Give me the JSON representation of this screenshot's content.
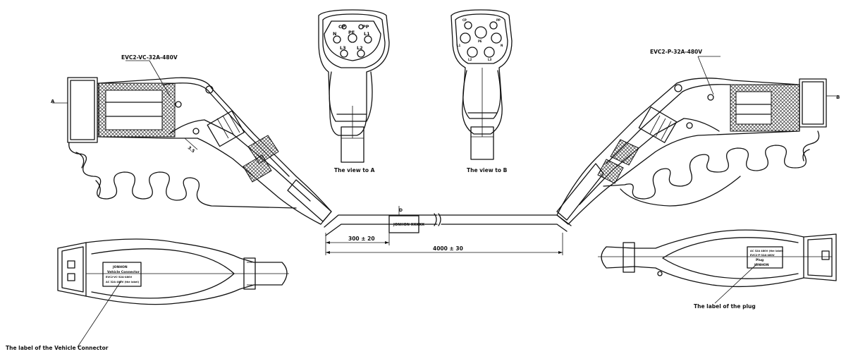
{
  "labels": {
    "left_model": "EVC2-VC-32A-480V",
    "right_model": "EVC2-P-32A-480V",
    "view_a": "The view to A",
    "view_b": "The view to B",
    "label_vehicle_connector": "The label of the Vehicle Connector",
    "label_plug": "The label of the plug",
    "section_a": "A",
    "section_b": "B",
    "cable_marker": "JONHON XXXXX",
    "cable_diameter": "D"
  },
  "dimensions": {
    "short": "300 ± 20",
    "long": "4000 ± 30"
  },
  "pins_a": [
    "CP",
    "PP",
    "N",
    "L1",
    "PE",
    "L3",
    "L2"
  ],
  "pins_b": [
    "CP",
    "PP",
    "L1",
    "L2",
    "L3",
    "N",
    "PE"
  ],
  "connector_label_text": [
    "JONHON",
    "Vehicle Connector",
    "EVC2-VC-32A-480V",
    "AC 32A 480V (the label)"
  ],
  "plug_label_text": [
    "JONHON",
    "Plug",
    "EVC2-P-32A-480V",
    "AC 32A 480V (the label)"
  ]
}
